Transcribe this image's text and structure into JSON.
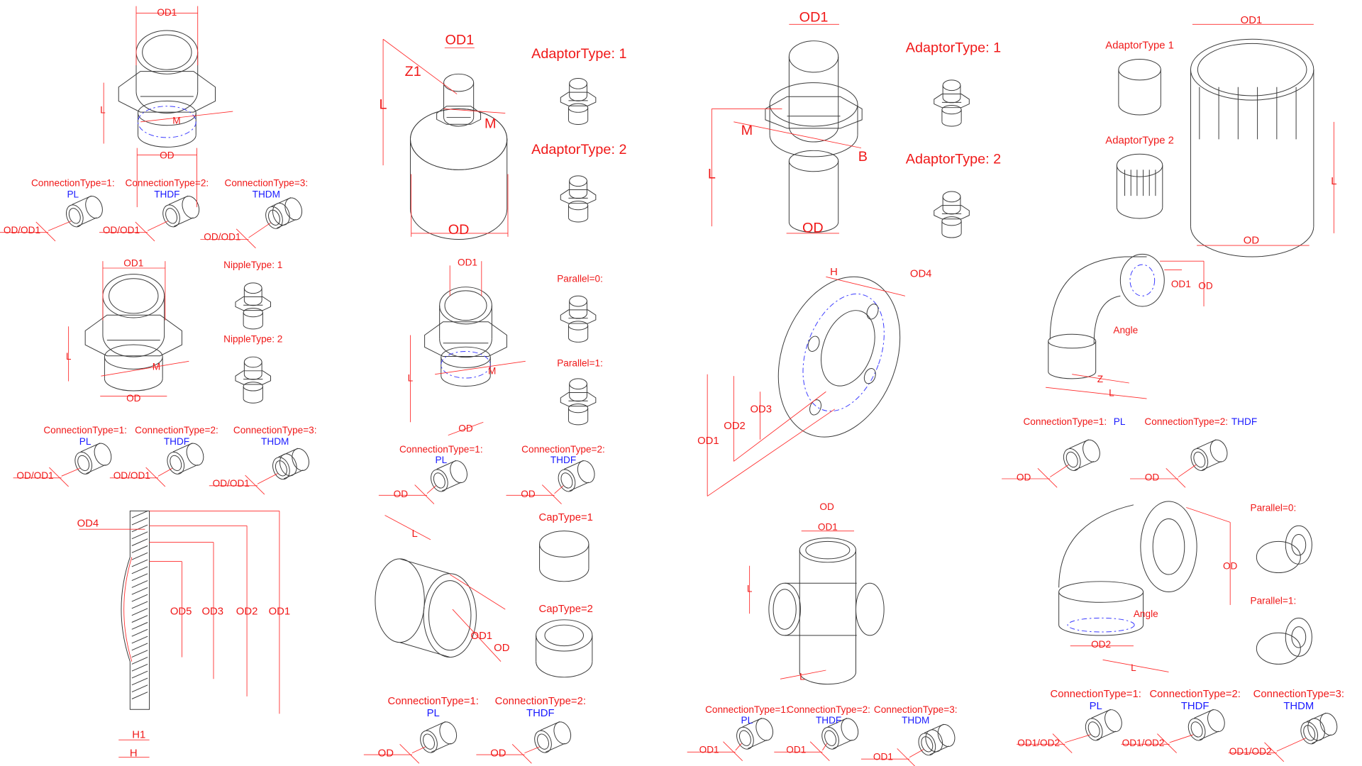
{
  "sheet": {
    "colors": {
      "label": "#f01818",
      "type_code": "#1a1aff",
      "part_line": "#3a3a3a",
      "hidden_line": "#3a3aff"
    }
  },
  "panels": [
    {
      "name": "hex-union-connector",
      "labels": [
        "OD1",
        "L",
        "M",
        "OD"
      ],
      "options": [
        {
          "title": "ConnectionType=1:",
          "code": "PL",
          "dim": "OD/OD1"
        },
        {
          "title": "ConnectionType=2:",
          "code": "THDF",
          "dim": "OD/OD1"
        },
        {
          "title": "ConnectionType=3:",
          "code": "THDM",
          "dim": "OD/OD1"
        }
      ]
    },
    {
      "name": "hex-nipple",
      "labels": [
        "OD1",
        "L",
        "M",
        "OD",
        "NippleType: 1",
        "NippleType: 2"
      ],
      "options": [
        {
          "title": "ConnectionType=1:",
          "code": "PL",
          "dim": "OD/OD1"
        },
        {
          "title": "ConnectionType=2:",
          "code": "THDF",
          "dim": "OD/OD1"
        },
        {
          "title": "ConnectionType=3:",
          "code": "THDM",
          "dim": "OD/OD1"
        }
      ]
    },
    {
      "name": "blind-flange-section",
      "labels": [
        "OD4",
        "OD5",
        "OD3",
        "OD2",
        "OD1",
        "H1",
        "H"
      ]
    },
    {
      "name": "threaded-adaptor",
      "labels": [
        "OD1",
        "Z1",
        "L",
        "M",
        "OD",
        "AdaptorType: 1",
        "AdaptorType: 2"
      ]
    },
    {
      "name": "hex-adaptor-parallel",
      "labels": [
        "OD1",
        "L",
        "M",
        "OD",
        "Parallel=0:",
        "Parallel=1:"
      ],
      "options": [
        {
          "title": "ConnectionType=1:",
          "code": "PL",
          "dim": "OD"
        },
        {
          "title": "ConnectionType=2:",
          "code": "THDF",
          "dim": "OD"
        }
      ]
    },
    {
      "name": "end-cap",
      "labels": [
        "L",
        "OD1",
        "OD",
        "CapType=1",
        "CapType=2"
      ],
      "options": [
        {
          "title": "ConnectionType=1:",
          "code": "PL",
          "dim": "OD"
        },
        {
          "title": "ConnectionType=2:",
          "code": "THDF",
          "dim": "OD"
        }
      ]
    },
    {
      "name": "union",
      "labels": [
        "OD1",
        "M",
        "L",
        "B",
        "OD",
        "AdaptorType: 1",
        "AdaptorType: 2"
      ]
    },
    {
      "name": "flange",
      "labels": [
        "H",
        "OD4",
        "OD3",
        "OD2",
        "OD1"
      ]
    },
    {
      "name": "cross",
      "labels": [
        "OD",
        "OD1",
        "L",
        "L"
      ],
      "options": [
        {
          "title": "ConnectionType=1:",
          "code": "PL",
          "dim": "OD1"
        },
        {
          "title": "ConnectionType=2:",
          "code": "THDF",
          "dim": "OD1"
        },
        {
          "title": "ConnectionType=3:",
          "code": "THDM",
          "dim": "OD1"
        }
      ]
    },
    {
      "name": "socket-adaptor",
      "labels": [
        "AdaptorType 1",
        "AdaptorType 2",
        "OD1",
        "L",
        "OD"
      ]
    },
    {
      "name": "elbow-90",
      "labels": [
        "OD1",
        "OD",
        "Angle",
        "Z",
        "L"
      ],
      "options": [
        {
          "title": "ConnectionType=1:",
          "code": "PL",
          "dim": "OD"
        },
        {
          "title": "ConnectionType=2:",
          "code": "THDF",
          "dim": "OD"
        }
      ]
    },
    {
      "name": "reducing-elbow",
      "labels": [
        "OD",
        "Angle",
        "OD2",
        "L",
        "Parallel=0:",
        "Parallel=1:"
      ],
      "options": [
        {
          "title": "ConnectionType=1:",
          "code": "PL",
          "dim": "OD1/OD2"
        },
        {
          "title": "ConnectionType=2:",
          "code": "THDF",
          "dim": "OD1/OD2"
        },
        {
          "title": "ConnectionType=3:",
          "code": "THDM",
          "dim": "OD1/OD2"
        }
      ]
    }
  ]
}
